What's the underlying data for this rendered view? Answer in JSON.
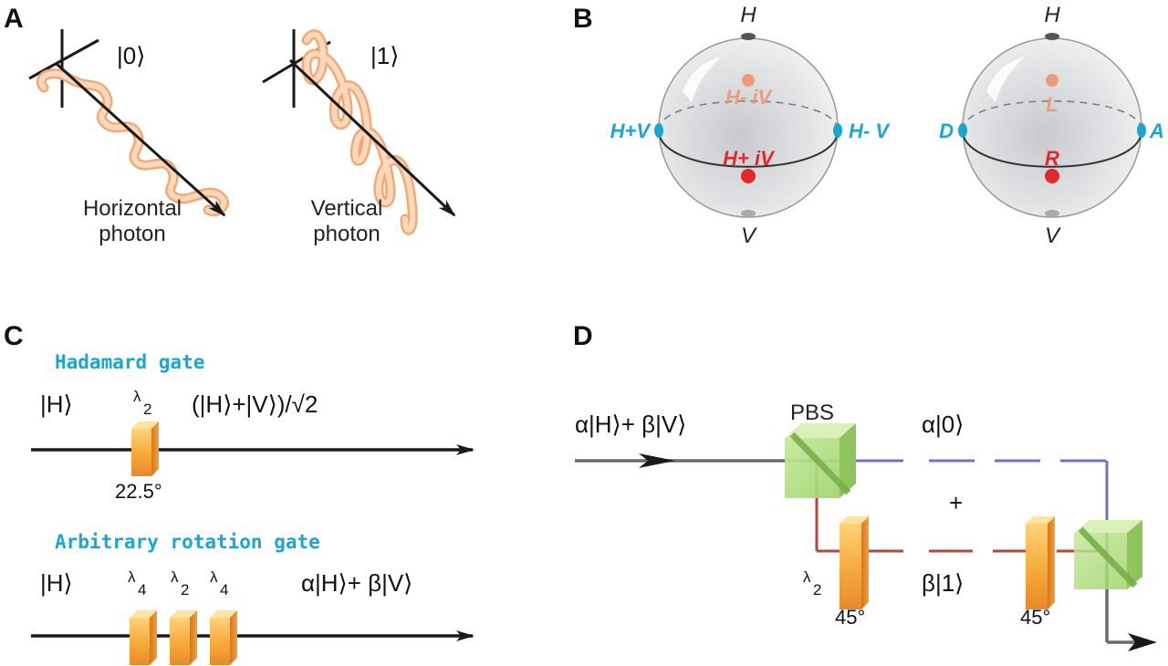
{
  "panels": {
    "A": {
      "label": "A",
      "ket0": "|0⟩",
      "ket1": "|1⟩",
      "horizontal_line1": "Horizontal",
      "horizontal_line2": "photon",
      "vertical_line1": "Vertical",
      "vertical_line2": "photon",
      "wave_color": "#f7b98a"
    },
    "B": {
      "label": "B",
      "sphere1": {
        "top": "H",
        "bottom": "V",
        "left": "H+V",
        "right": "H- V",
        "back": "H- iV",
        "front": "H+ iV"
      },
      "sphere2": {
        "top": "H",
        "bottom": "V",
        "left": "D",
        "right": "A",
        "back": "L",
        "front": "R"
      },
      "colors": {
        "blue": "#1aa6d0",
        "red": "#e3282c",
        "salmon": "#ee9a7c"
      }
    },
    "C": {
      "label": "C",
      "hadamard": {
        "title": "Hadamard gate",
        "input": "|H⟩",
        "plate_num": "λ",
        "plate_den": "2",
        "output": "(|H⟩+|V⟩)/√2",
        "angle": "22.5°"
      },
      "rotation": {
        "title": "Arbitrary rotation gate",
        "input": "|H⟩",
        "plates": [
          {
            "num": "λ",
            "den": "4"
          },
          {
            "num": "λ",
            "den": "2"
          },
          {
            "num": "λ",
            "den": "4"
          }
        ],
        "output": "α|H⟩+ β|V⟩"
      }
    },
    "D": {
      "label": "D",
      "input": "α|H⟩+ β|V⟩",
      "pbs": "PBS",
      "upper": "α|0⟩",
      "plus": "+",
      "lower": "β|1⟩",
      "plate_num": "λ",
      "plate_den": "2",
      "angle1": "45°",
      "angle2": "45°",
      "path_colors": {
        "upper": "#6f72c4",
        "lower": "#b6463e"
      }
    }
  }
}
